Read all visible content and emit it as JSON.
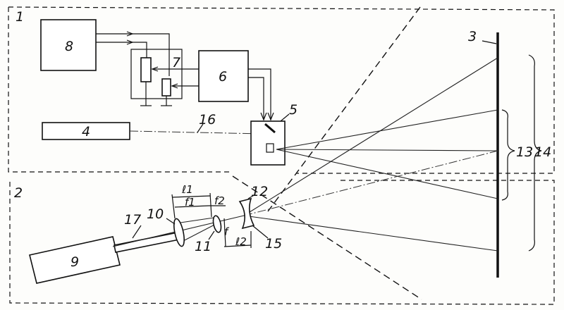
{
  "labels": {
    "region1": "1",
    "region2": "2",
    "screen": "3",
    "laser_small": "4",
    "scanner": "5",
    "driver": "6",
    "pots": "7",
    "generator": "8",
    "laser_main": "9",
    "lens1": "10",
    "lens2": "11",
    "lens3": "12",
    "field13": "13",
    "field14": "14",
    "point15": "15",
    "beam16": "16",
    "beam17": "17",
    "l1": "ℓ1",
    "f1": "f1",
    "f2": "f2",
    "f": "f",
    "l2": "ℓ2"
  }
}
